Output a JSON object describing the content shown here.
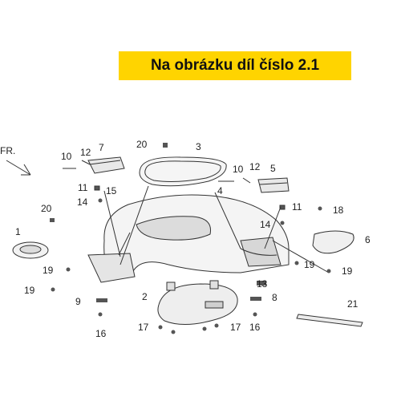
{
  "banner": {
    "text": "Na obrázku díl číslo 2.1",
    "color": "#ffd400"
  },
  "orientation_label": "FR.",
  "part_numbers": {
    "p1": "1",
    "p2": "2",
    "p3": "3",
    "p4": "4",
    "p5": "5",
    "p6": "6",
    "p7": "7",
    "p8": "8",
    "p9": "9",
    "p10a": "10",
    "p10b": "10",
    "p11a": "11",
    "p11b": "11",
    "p12a": "12",
    "p12b": "12",
    "p13": "13",
    "p14a": "14",
    "p14b": "14",
    "p15": "15",
    "p16a": "16",
    "p16b": "16",
    "p17a": "17",
    "p17b": "17",
    "p18": "18",
    "p19a": "19",
    "p19b": "19",
    "p19c": "19",
    "p19d": "19",
    "p20a": "20",
    "p20b": "20",
    "p21": "21"
  }
}
